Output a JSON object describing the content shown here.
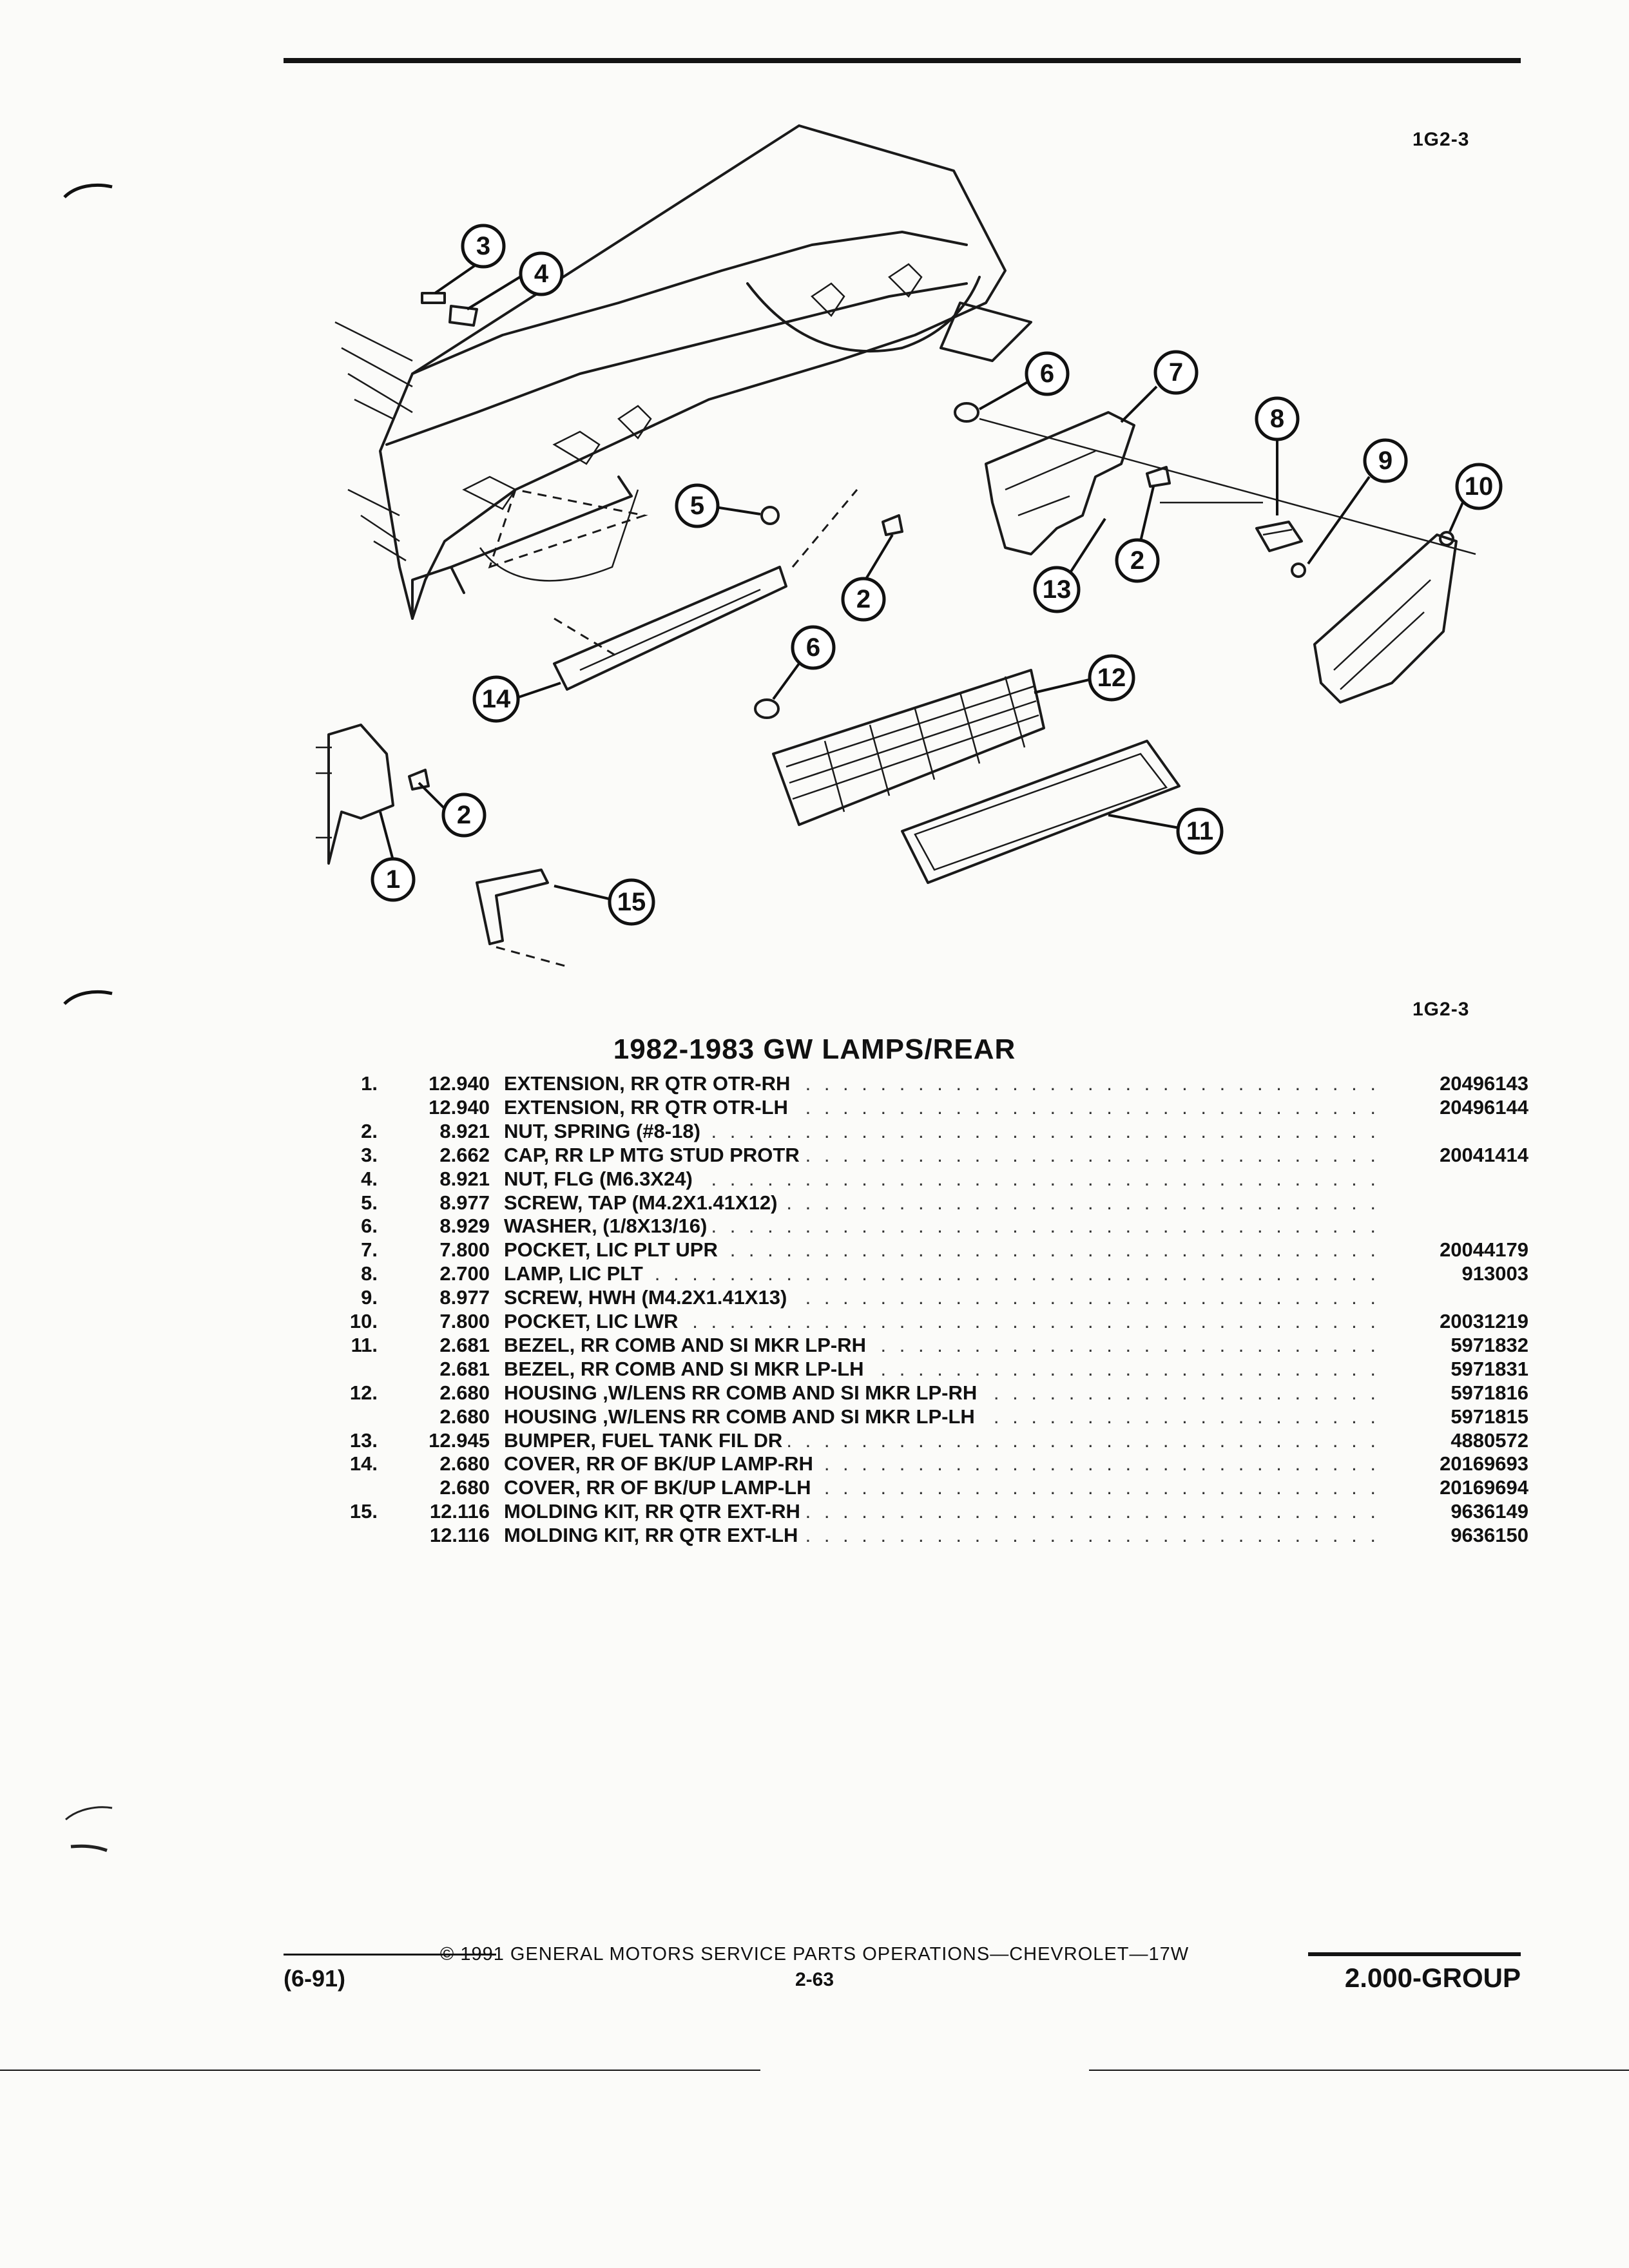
{
  "page": {
    "ref_code_top": "1G2-3",
    "ref_code_mid": "1G2-3",
    "section_title": "1982-1983 GW LAMPS/REAR"
  },
  "callouts": [
    "1",
    "2",
    "3",
    "4",
    "5",
    "6",
    "7",
    "8",
    "9",
    "10",
    "11",
    "12",
    "13",
    "14",
    "15"
  ],
  "parts": [
    {
      "item": "1.",
      "group": "12.940",
      "name": "EXTENSION",
      "qualifier": ", RR QTR OTR-RH",
      "part_no": "20496143"
    },
    {
      "item": "",
      "group": "12.940",
      "name": "EXTENSION",
      "qualifier": ", RR QTR OTR-LH",
      "part_no": "20496144"
    },
    {
      "item": "2.",
      "group": "8.921",
      "name": "NUT",
      "qualifier": ", SPRING (#8-18)",
      "part_no": ""
    },
    {
      "item": "3.",
      "group": "2.662",
      "name": "CAP",
      "qualifier": ", RR LP MTG STUD PROTR",
      "part_no": "20041414"
    },
    {
      "item": "4.",
      "group": "8.921",
      "name": "NUT",
      "qualifier": ", FLG (M6.3X24)",
      "part_no": ""
    },
    {
      "item": "5.",
      "group": "8.977",
      "name": "SCREW",
      "qualifier": ", TAP (M4.2X1.41X12)",
      "part_no": ""
    },
    {
      "item": "6.",
      "group": "8.929",
      "name": "WASHER",
      "qualifier": ", (1/8X13/16)",
      "part_no": ""
    },
    {
      "item": "7.",
      "group": "7.800",
      "name": "POCKET",
      "qualifier": ", LIC PLT UPR",
      "part_no": "20044179"
    },
    {
      "item": "8.",
      "group": "2.700",
      "name": "LAMP",
      "qualifier": ", LIC PLT",
      "part_no": "913003"
    },
    {
      "item": "9.",
      "group": "8.977",
      "name": "SCREW",
      "qualifier": ", HWH (M4.2X1.41X13)",
      "part_no": ""
    },
    {
      "item": "10.",
      "group": "7.800",
      "name": "POCKET",
      "qualifier": ", LIC LWR",
      "part_no": "20031219"
    },
    {
      "item": "11.",
      "group": "2.681",
      "name": "BEZEL",
      "qualifier": ", RR COMB AND SI MKR LP-RH",
      "part_no": "5971832"
    },
    {
      "item": "",
      "group": "2.681",
      "name": "BEZEL",
      "qualifier": ", RR COMB AND SI MKR LP-LH",
      "part_no": "5971831"
    },
    {
      "item": "12.",
      "group": "2.680",
      "name": "HOUSING",
      "qualifier": " ,W/LENS RR COMB AND SI MKR LP-RH",
      "part_no": "5971816"
    },
    {
      "item": "",
      "group": "2.680",
      "name": "HOUSING",
      "qualifier": " ,W/LENS RR COMB AND SI MKR LP-LH",
      "part_no": "5971815"
    },
    {
      "item": "13.",
      "group": "12.945",
      "name": "BUMPER",
      "qualifier": ", FUEL TANK FIL DR",
      "part_no": "4880572"
    },
    {
      "item": "14.",
      "group": "2.680",
      "name": "COVER",
      "qualifier": ", RR OF BK/UP LAMP-RH",
      "part_no": "20169693"
    },
    {
      "item": "",
      "group": "2.680",
      "name": "COVER",
      "qualifier": ", RR OF BK/UP LAMP-LH",
      "part_no": "20169694"
    },
    {
      "item": "15.",
      "group": "12.116",
      "name": "MOLDING KIT",
      "qualifier": ", RR QTR EXT-RH",
      "part_no": "9636149"
    },
    {
      "item": "",
      "group": "12.116",
      "name": "MOLDING KIT",
      "qualifier": ", RR QTR EXT-LH",
      "part_no": "9636150"
    }
  ],
  "footer": {
    "copyright": "© 1991 GENERAL MOTORS SERVICE PARTS OPERATIONS—CHEVROLET—17W",
    "date_code": "(6-91)",
    "page_number": "2-63",
    "group": "2.000-GROUP"
  }
}
